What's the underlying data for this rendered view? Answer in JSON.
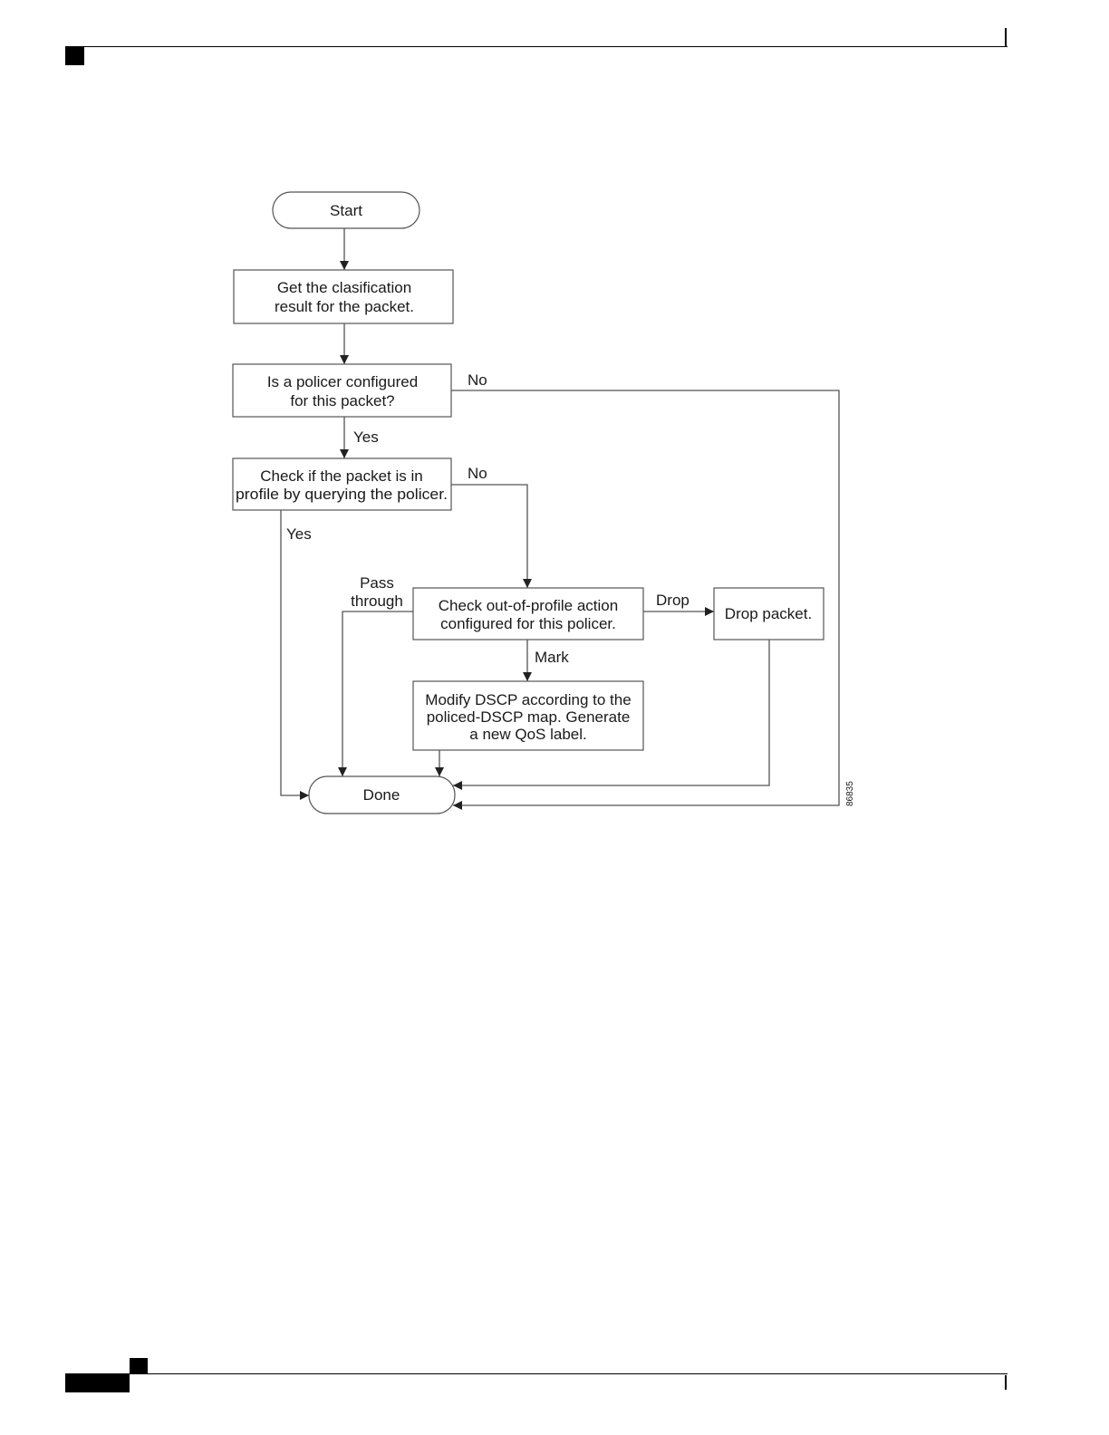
{
  "nodes": {
    "start": {
      "label": "Start"
    },
    "get_classification": {
      "lines": [
        "Get the clasification",
        "result for the packet."
      ]
    },
    "policer_configured": {
      "lines": [
        "Is a policer configured",
        "for this packet?"
      ]
    },
    "check_in_profile": {
      "lines": [
        "Check if the packet is in",
        "profile by querying the policer."
      ]
    },
    "check_out_of_profile": {
      "lines": [
        "Check out-of-profile action",
        "configured for this policer."
      ]
    },
    "drop_packet": {
      "label": "Drop packet."
    },
    "modify_dscp": {
      "lines": [
        "Modify DSCP according to the",
        "policed-DSCP map. Generate",
        "a new QoS label."
      ]
    },
    "done": {
      "label": "Done"
    }
  },
  "edge_labels": {
    "policer_no": "No",
    "policer_yes": "Yes",
    "profile_no": "No",
    "profile_yes": "Yes",
    "pass_through_1": "Pass",
    "pass_through_2": "through",
    "drop": "Drop",
    "mark": "Mark"
  },
  "figure_id": "86835"
}
